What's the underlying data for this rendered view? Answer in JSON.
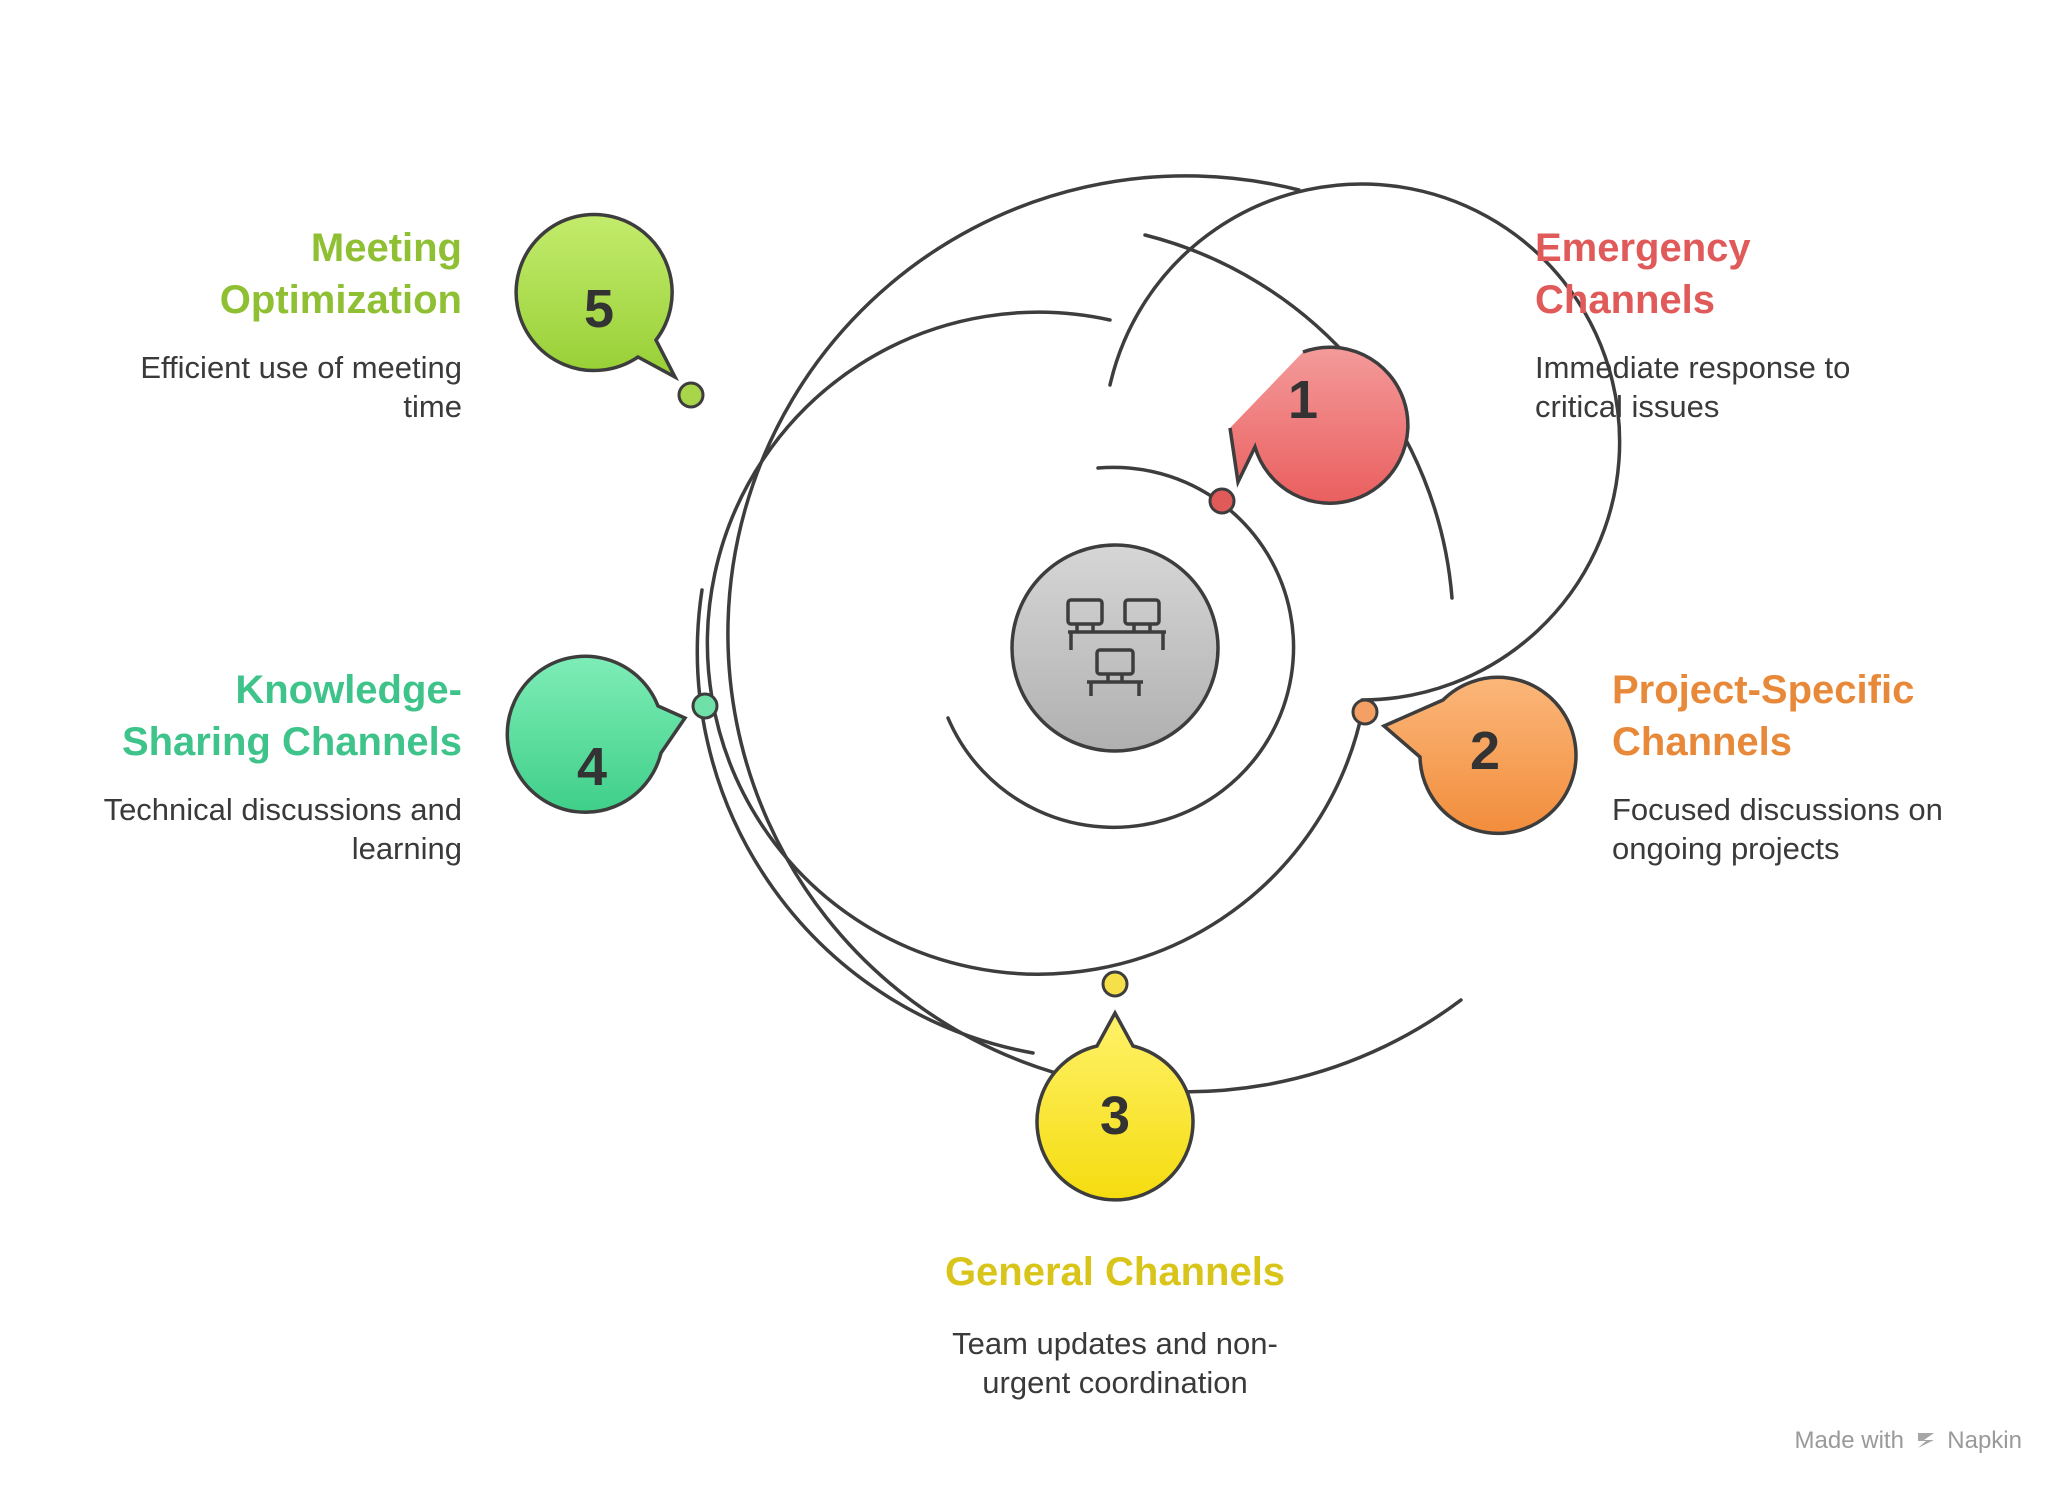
{
  "items": [
    {
      "number": "1",
      "title_line1": "Emergency",
      "title_line2": "Channels",
      "desc_line1": "Immediate response to",
      "desc_line2": "critical issues",
      "color": "#e05a5a"
    },
    {
      "number": "2",
      "title_line1": "Project-Specific",
      "title_line2": "Channels",
      "desc_line1": "Focused discussions on",
      "desc_line2": "ongoing projects",
      "color": "#e8893a"
    },
    {
      "number": "3",
      "title_line1": "General Channels",
      "title_line2": "",
      "desc_line1": "Team updates and non-",
      "desc_line2": "urgent coordination",
      "color": "#e2cf1c"
    },
    {
      "number": "4",
      "title_line1": "Knowledge-",
      "title_line2": "Sharing Channels",
      "desc_line1": "Technical discussions and",
      "desc_line2": "learning",
      "color": "#3ec48a"
    },
    {
      "number": "5",
      "title_line1": "Meeting",
      "title_line2": "Optimization",
      "desc_line1": "Efficient use of meeting",
      "desc_line2": "time",
      "color": "#8fbf32"
    }
  ],
  "center_icon": "team-workstations-icon",
  "watermark": {
    "prefix": "Made with",
    "brand": "Napkin",
    "icon": "napkin-logo-icon"
  }
}
